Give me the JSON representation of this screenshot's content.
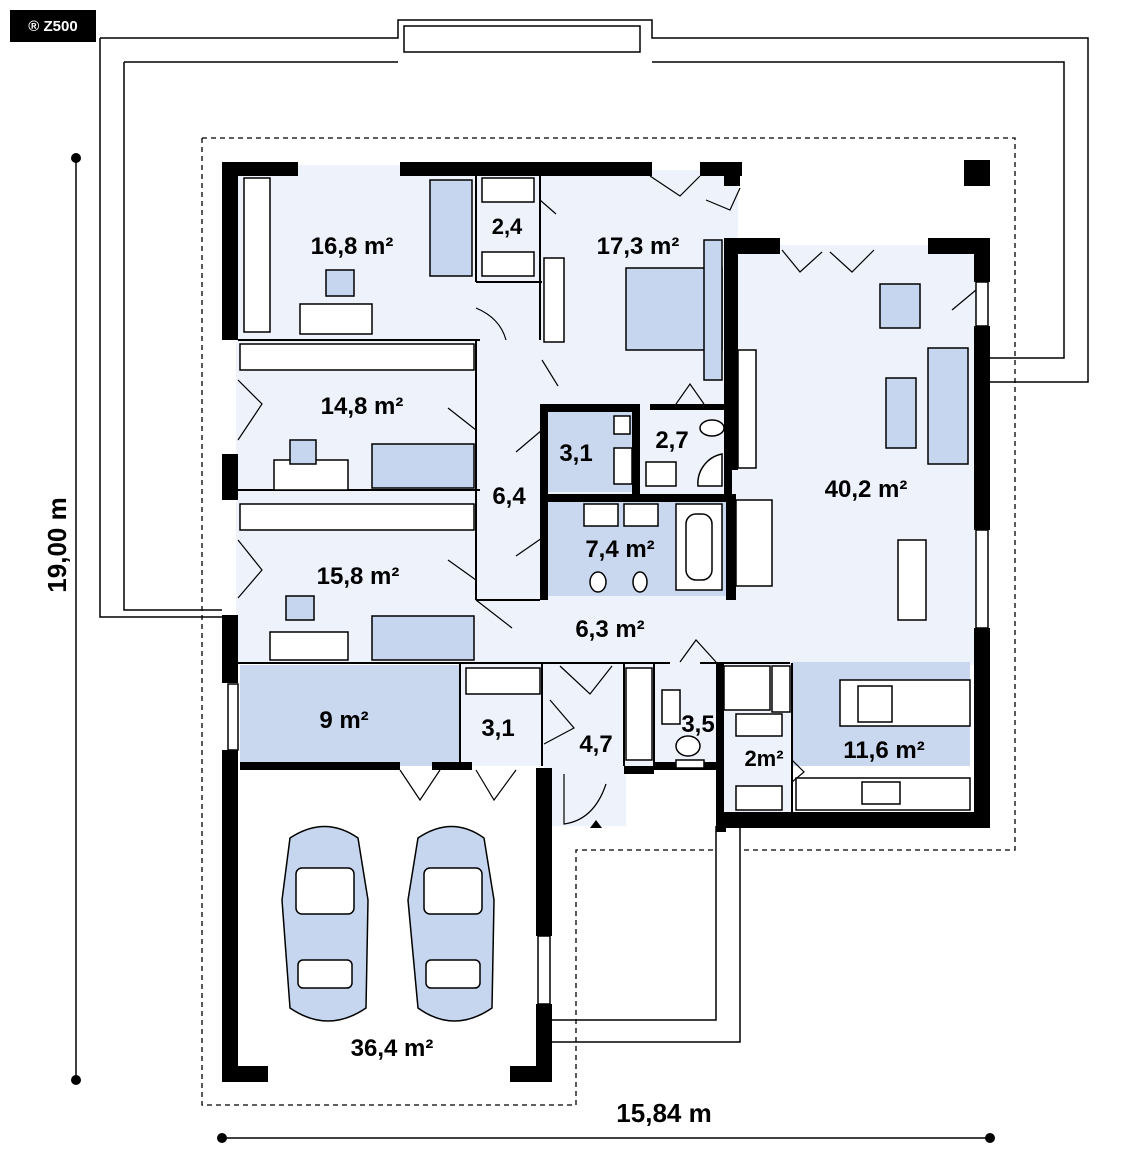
{
  "logo": "® Z500",
  "dimensions": {
    "height": "19,00 m",
    "width": "15,84 m"
  },
  "rooms": [
    {
      "id": "bedroom-1",
      "label": "16,8 m²"
    },
    {
      "id": "wardrobe",
      "label": "2,4"
    },
    {
      "id": "master-bedroom",
      "label": "17,3 m²"
    },
    {
      "id": "bedroom-2",
      "label": "14,8 m²"
    },
    {
      "id": "bathroom-small",
      "label": "3,1"
    },
    {
      "id": "wc-upper",
      "label": "2,7"
    },
    {
      "id": "hall",
      "label": "6,4"
    },
    {
      "id": "living-room",
      "label": "40,2 m²"
    },
    {
      "id": "bathroom",
      "label": "7,4 m²"
    },
    {
      "id": "bedroom-3",
      "label": "15,8 m²"
    },
    {
      "id": "corridor",
      "label": "6,3 m²"
    },
    {
      "id": "utility",
      "label": "9 m²"
    },
    {
      "id": "storage",
      "label": "3,1"
    },
    {
      "id": "vestibule",
      "label": "4,7"
    },
    {
      "id": "wc",
      "label": "3,5"
    },
    {
      "id": "pantry",
      "label": "2m²"
    },
    {
      "id": "kitchen",
      "label": "11,6 m²"
    },
    {
      "id": "garage",
      "label": "36,4 m²"
    }
  ],
  "colors": {
    "room_fill": "#eef2fb",
    "fixture_fill": "#c5d6ee",
    "wall": "#000000"
  }
}
